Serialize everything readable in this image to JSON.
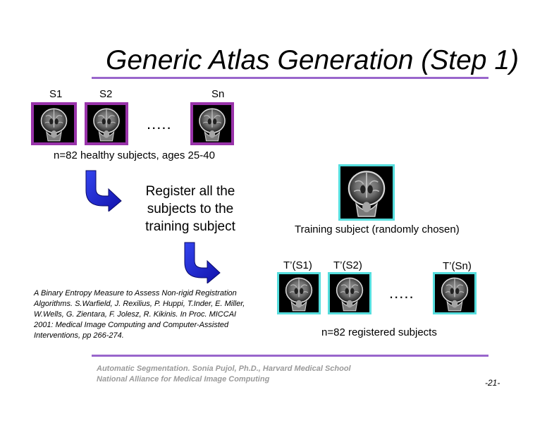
{
  "slide": {
    "title": "Generic Atlas Generation (Step 1)",
    "subjects": {
      "labels": [
        "S1",
        "S2",
        "Sn"
      ],
      "ellipsis": ".....",
      "caption": "n=82 healthy subjects, ages 25-40"
    },
    "step_text": [
      "Register all the",
      "subjects to the",
      "training subject"
    ],
    "training": {
      "caption": "Training subject (randomly chosen)"
    },
    "registered": {
      "labels": [
        "T’(S1)",
        "T’(S2)",
        "T’(Sn)"
      ],
      "ellipsis": ".....",
      "caption": "n=82 registered subjects"
    },
    "reference": [
      "A Binary Entropy Measure to Assess Non-rigid Registration",
      "Algorithms. S.Warfield, J. Rexilius, P. Huppi, T.Inder, E. Miller,",
      "W.Wells, G. Zientara, F. Jolesz, R. Kikinis. In Proc. MICCAI",
      "2001: Medical Image Computing and Computer-Assisted",
      "Interventions, pp 266-274."
    ],
    "footer": [
      "Automatic Segmentation. Sonia Pujol, Ph.D., Harvard Medical School",
      "National Alliance for Medical Image Computing"
    ],
    "page_number": "-21-"
  },
  "colors": {
    "accent_rule": "#9966cc",
    "subject_frame": "#9933aa",
    "registered_frame": "#55dddd",
    "arrow": "#2222cc"
  }
}
